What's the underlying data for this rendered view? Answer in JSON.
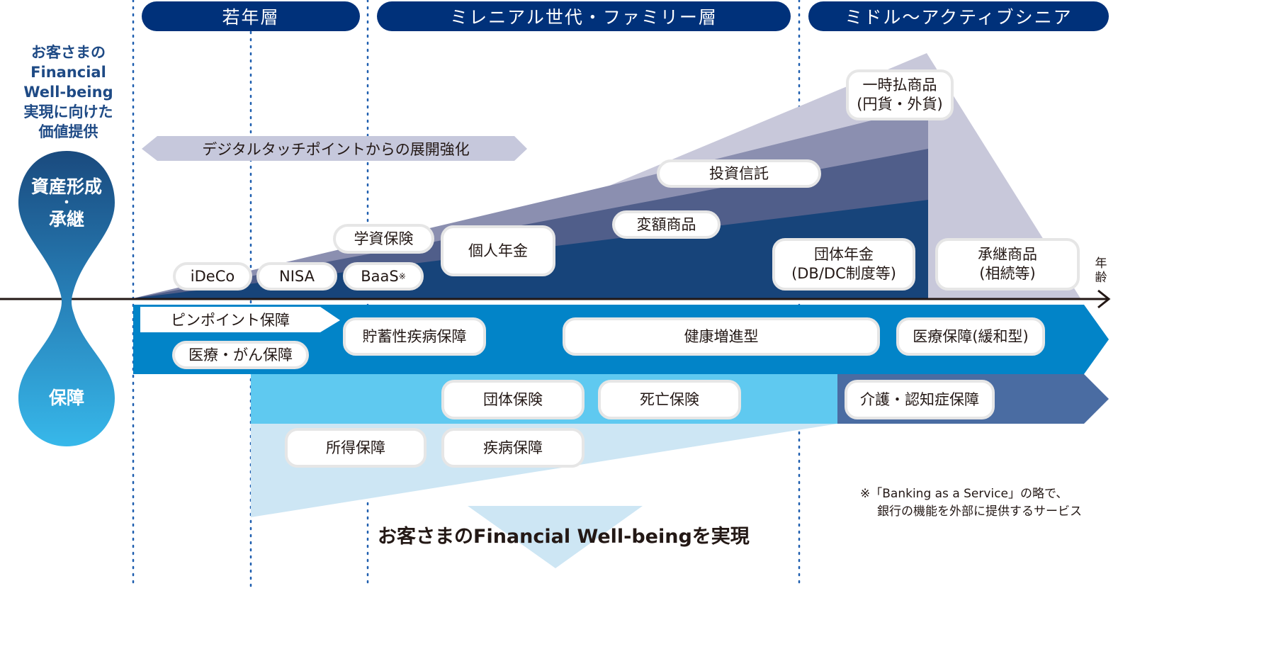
{
  "colors": {
    "segment_pill": "#00317A",
    "asset_layer_1": "#C8C8DA",
    "asset_layer_2": "#8B8FB0",
    "asset_layer_3": "#505E8A",
    "asset_layer_4": "#17447A",
    "protection_main": "#0284C8",
    "protection_light": "#5FC9F0",
    "protection_care": "#4A6CA2",
    "protection_pale": "#CDE6F4",
    "divider_dots": "#1F5FAF",
    "axis": "#231815"
  },
  "side": {
    "heading_lines": [
      "お客さまの",
      "Financial",
      "Well-being",
      "実現に向けた",
      "価値提供"
    ],
    "asset_label_line1": "資産形成",
    "asset_label_dot": "・",
    "asset_label_line2": "承継",
    "protection_label": "保障"
  },
  "segments": [
    {
      "label": "若年層"
    },
    {
      "label": "ミレニアル世代・ファミリー層"
    },
    {
      "label": "ミドル〜アクティブシニア"
    }
  ],
  "digital_banner": "デジタルタッチポイントからの展開強化",
  "axis_label": [
    "年",
    "齢"
  ],
  "asset_products": {
    "ideco": "iDeCo",
    "nisa": "NISA",
    "baas": "BaaS",
    "baas_mark": "※",
    "gakushi": "学資保険",
    "kojin_nenkin": "個人年金",
    "hengaku": "変額商品",
    "toushin": "投資信託",
    "ichiji_line1": "一時払商品",
    "ichiji_line2": "(円貨・外貨)",
    "dantai_nenkin_line1": "団体年金",
    "dantai_nenkin_line2": "(DB/DC制度等)",
    "shoukei_line1": "承継商品",
    "shoukei_line2": "(相続等)"
  },
  "protection_products": {
    "pinpoint": "ピンポイント保障",
    "iryou_gan": "医療・がん保障",
    "chochiku": "貯蓄性疾病保障",
    "kenkou": "健康増進型",
    "iryou_kanwa": "医療保障(緩和型)",
    "dantai_hoken": "団体保険",
    "shibou": "死亡保険",
    "kaigo": "介護・認知症保障",
    "shotoku": "所得保障",
    "shippei": "疾病保障"
  },
  "footnote": {
    "line1": "※「Banking as a Service」の略で、",
    "line2": "銀行の機能を外部に提供するサービス"
  },
  "conclusion": "お客さまのFinancial Well-beingを実現"
}
